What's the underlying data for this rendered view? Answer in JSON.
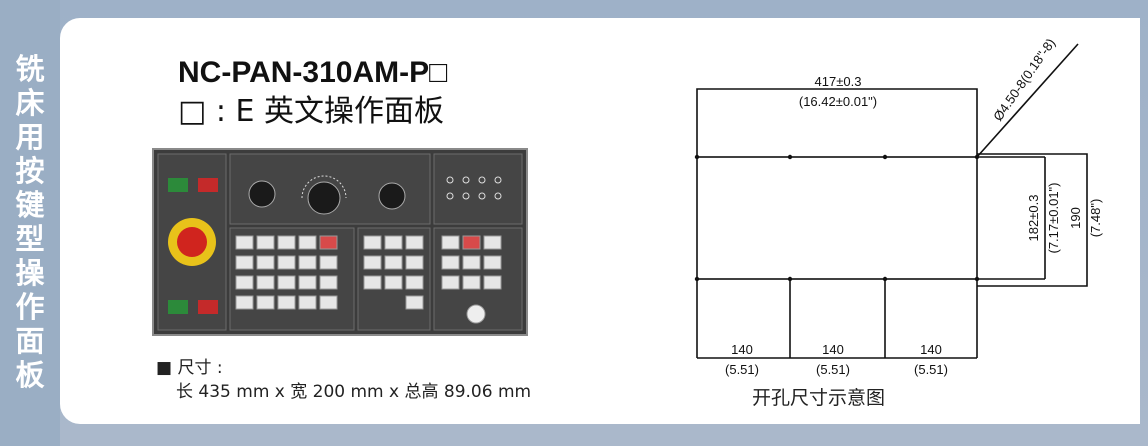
{
  "sidebar": {
    "title": "铣床用按键型操作面板"
  },
  "product": {
    "title_line1": "NC-PAN-310AM-P□",
    "title_line2": "□ : E 英文操作面板",
    "spec_label": "■ 尺寸 :",
    "spec_value": "长 435 mm x 宽 200 mm x 总高 89.06 mm"
  },
  "diagram": {
    "width_mm": "417±0.3",
    "width_in": "(16.42±0.01\")",
    "hole": "Ø4.50-8(0.18\"-8)",
    "inner_height_mm": "182±0.3",
    "inner_height_in": "(7.17±0.01\")",
    "outer_height_mm": "190",
    "outer_height_in": "(7.48\")",
    "bottom_spacing": [
      {
        "mm": "140",
        "in": "(5.51)"
      },
      {
        "mm": "140",
        "in": "(5.51)"
      },
      {
        "mm": "140",
        "in": "(5.51)"
      }
    ],
    "caption": "开孔尺寸示意图"
  }
}
